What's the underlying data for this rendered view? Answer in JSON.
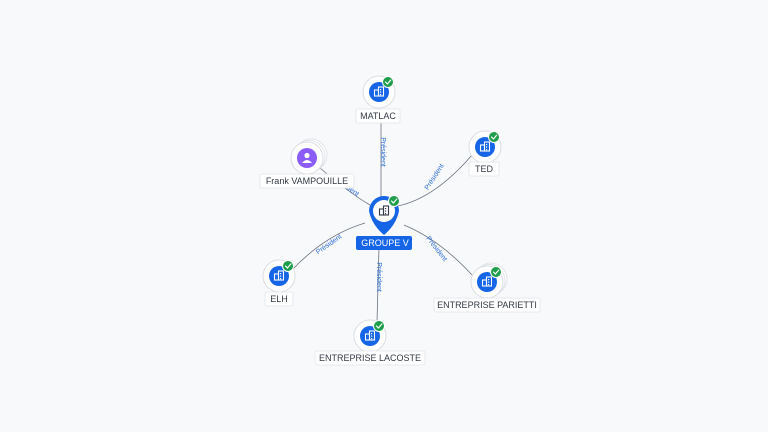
{
  "graph": {
    "center": {
      "label": "GROUPE V",
      "icon": "building-icon",
      "verified": true
    },
    "nodes": [
      {
        "id": "matlac",
        "label": "MATLAC",
        "icon": "building-icon",
        "verified": true,
        "stacked": false
      },
      {
        "id": "ted",
        "label": "TED",
        "icon": "building-icon",
        "verified": true,
        "stacked": false
      },
      {
        "id": "frank",
        "label": "Frank VAMPOUILLE",
        "icon": "person-icon",
        "verified": false,
        "stacked": true
      },
      {
        "id": "elh",
        "label": "ELH",
        "icon": "building-icon",
        "verified": true,
        "stacked": false
      },
      {
        "id": "lacoste",
        "label": "ENTREPRISE LACOSTE",
        "icon": "building-icon",
        "verified": true,
        "stacked": false
      },
      {
        "id": "parietti",
        "label": "ENTREPRISE PARIETTI",
        "icon": "building-icon",
        "verified": true,
        "stacked": true
      }
    ],
    "edges": [
      {
        "to": "matlac",
        "label": "Président"
      },
      {
        "to": "ted",
        "label": "Président"
      },
      {
        "to": "frank",
        "label": "Président"
      },
      {
        "to": "elh",
        "label": "Président"
      },
      {
        "to": "lacoste",
        "label": "Président"
      },
      {
        "to": "parietti",
        "label": "Président"
      }
    ],
    "colors": {
      "node": "#1565e6",
      "person": "#8b5cf6",
      "verified": "#1e9e4a",
      "edge_label": "#2f6fd6"
    }
  }
}
